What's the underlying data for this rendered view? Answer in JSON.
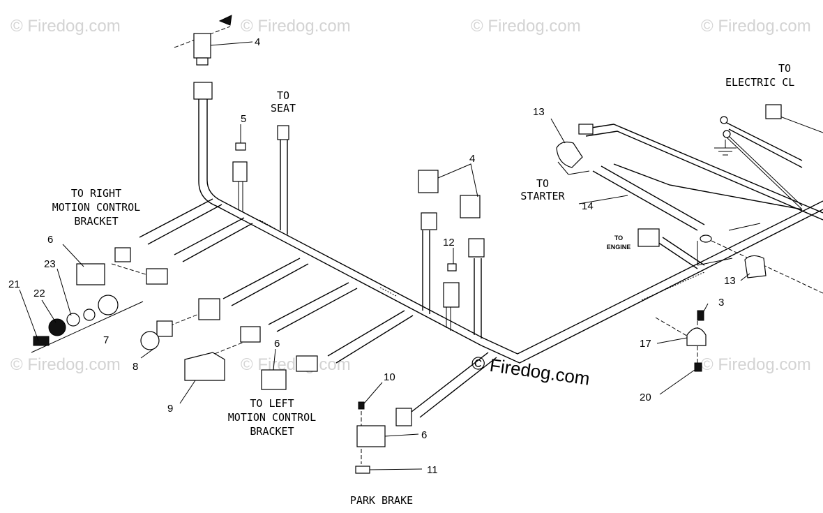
{
  "watermark": "© Firedog.com",
  "callouts": {
    "c4a": "4",
    "c4b": "4",
    "c5": "5",
    "c6a": "6",
    "c6b": "6",
    "c6c": "6",
    "c7": "7",
    "c8": "8",
    "c9": "9",
    "c10": "10",
    "c11": "11",
    "c12": "12",
    "c13a": "13",
    "c13b": "13",
    "c14": "14",
    "c3": "3",
    "c17": "17",
    "c20": "20",
    "c21": "21",
    "c22": "22",
    "c23": "23"
  },
  "labels": {
    "to_seat": [
      "TO",
      "SEAT"
    ],
    "to_right": [
      "TO RIGHT",
      "MOTION CONTROL",
      "BRACKET"
    ],
    "to_left": [
      "TO LEFT",
      "MOTION CONTROL",
      "BRACKET"
    ],
    "to_starter": [
      "TO",
      "STARTER"
    ],
    "to_engine": [
      "TO",
      "ENGINE"
    ],
    "to_electric": [
      "TO",
      "ELECTRIC CL"
    ],
    "park_brake": "PARK BRAKE"
  }
}
